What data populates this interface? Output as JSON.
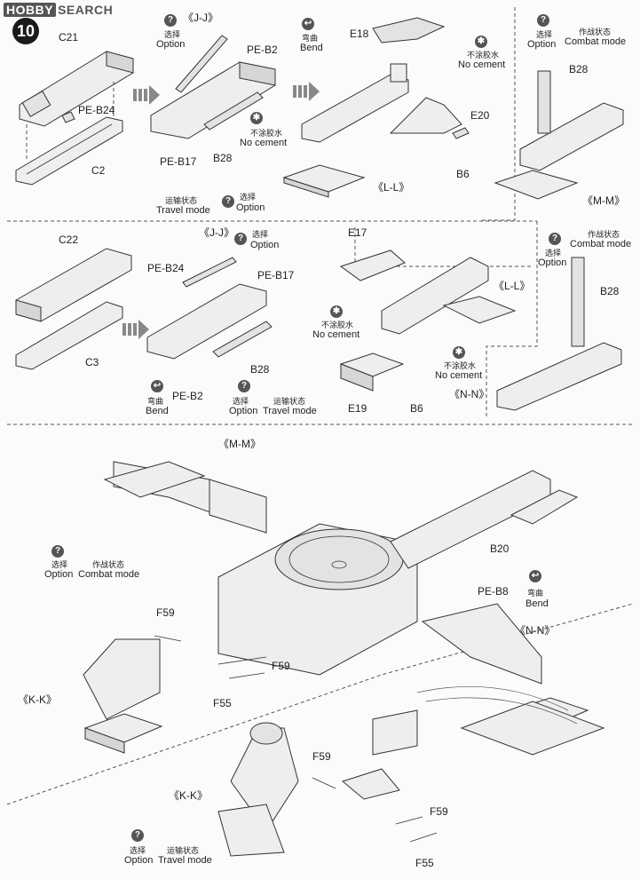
{
  "header": {
    "logo_mark": "HOBBY",
    "logo_text": "SEARCH",
    "step_number": "10"
  },
  "labels": {
    "option_zh": "选择",
    "option_en": "Option",
    "bend_zh": "弯曲",
    "bend_en": "Bend",
    "no_cement_zh": "不涂胶水",
    "no_cement_en": "No cement",
    "combat_zh": "作战状态",
    "combat_en": "Combat mode",
    "travel_zh": "运输状态",
    "travel_en": "Travel mode"
  },
  "parts": {
    "c21": "C21",
    "c2": "C2",
    "pe_b24": "PE-B24",
    "pe_b2": "PE-B2",
    "pe_b17": "PE-B17",
    "b28": "B28",
    "e18": "E18",
    "e20": "E20",
    "b6": "B6",
    "c22": "C22",
    "c3": "C3",
    "e17": "E17",
    "e19": "E19",
    "f59": "F59",
    "f55": "F55",
    "b20": "B20",
    "pe_b8": "PE-B8"
  },
  "views": {
    "jj": "《J-J》",
    "ll": "《L-L》",
    "mm": "《M-M》",
    "nn": "《N-N》",
    "kk": "《K-K》"
  },
  "icons": {
    "option": "question-circle-icon",
    "bend": "bend-hook-icon",
    "no_cement": "no-cement-icon"
  },
  "colors": {
    "line": "#333333",
    "part_fill": "#eeeeee",
    "icon_fill": "#555555"
  }
}
